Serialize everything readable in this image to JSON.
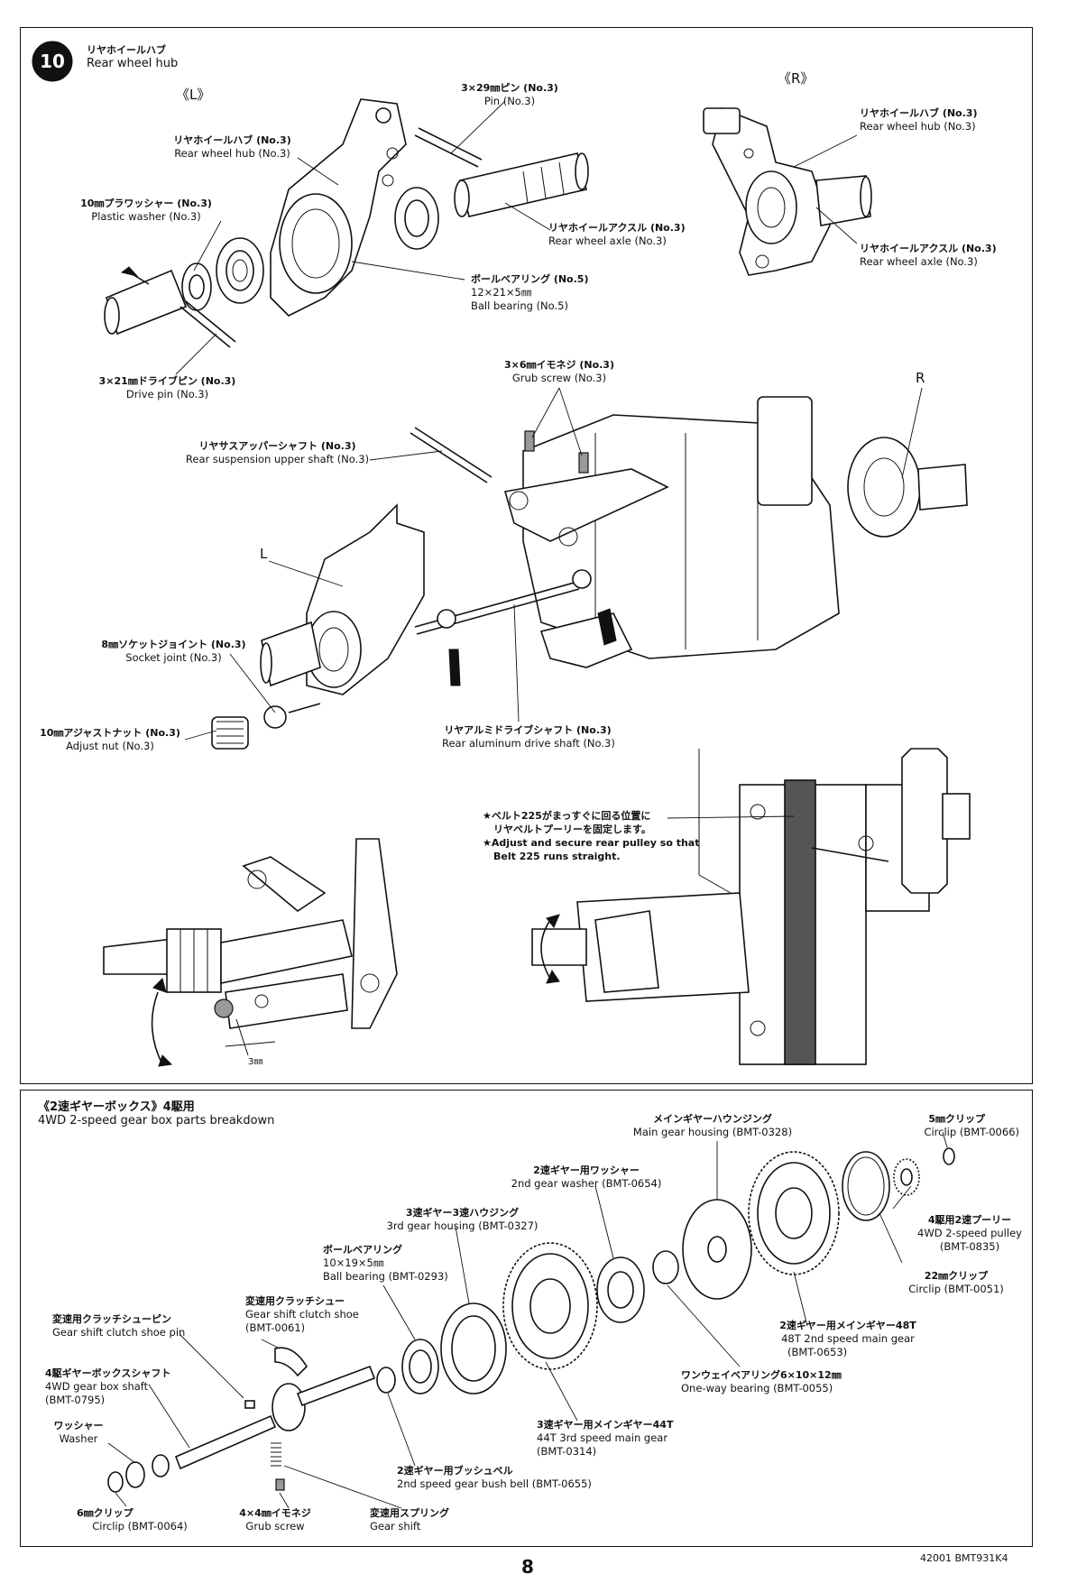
{
  "step": {
    "number": "10",
    "title_jp": "リヤホイールハブ",
    "title_en": "Rear wheel hub"
  },
  "views": {
    "left": "《L》",
    "right": "《R》",
    "r_marker": "R",
    "l_marker": "L"
  },
  "hub_labels": {
    "pin_jp": "3×29㎜ピン (No.3)",
    "pin_en": "Pin (No.3)",
    "hub_l_jp": "リヤホイールハブ (No.3)",
    "hub_l_en": "Rear wheel hub (No.3)",
    "washer_jp": "10㎜プラワッシャー (No.3)",
    "washer_en": "Plastic washer (No.3)",
    "axle_l_jp": "リヤホイールアクスル (No.3)",
    "axle_l_en": "Rear wheel axle (No.3)",
    "bearing_jp": "ボールベアリング (No.5)",
    "bearing_size": "12×21×5㎜",
    "bearing_en": "Ball bearing (No.5)",
    "drivepin_jp": "3×21㎜ドライブピン (No.3)",
    "drivepin_en": "Drive pin (No.3)",
    "hub_r_jp": "リヤホイールハブ (No.3)",
    "hub_r_en": "Rear wheel hub (No.3)",
    "axle_r_jp": "リヤホイールアクスル (No.3)",
    "axle_r_en": "Rear wheel axle (No.3)"
  },
  "assembly_labels": {
    "grub_jp": "3×6㎜イモネジ (No.3)",
    "grub_en": "Grub screw (No.3)",
    "upper_shaft_jp": "リヤサスアッパーシャフト (No.3)",
    "upper_shaft_en": "Rear suspension upper shaft (No.3)",
    "socket_jp": "8㎜ソケットジョイント (No.3)",
    "socket_en": "Socket joint (No.3)",
    "adjust_jp": "10㎜アジャストナット (No.3)",
    "adjust_en": "Adjust nut (No.3)",
    "driveshaft_jp": "リヤアルミドライブシャフト (No.3)",
    "driveshaft_en": "Rear aluminum drive shaft (No.3)",
    "note_jp_1": "★ベルト225がまっすぐに回る位置に",
    "note_jp_2": "リヤベルトプーリーを固定します。",
    "note_en_1": "★Adjust and secure rear pulley so that",
    "note_en_2": "Belt 225 runs straight.",
    "dim_3mm": "3㎜"
  },
  "gearbox": {
    "title_jp": "《2速ギヤーボックス》4駆用",
    "title_en": "4WD 2-speed gear box parts breakdown",
    "parts": [
      {
        "jp": "メインギヤーハウンジング",
        "en": "Main gear housing  (BMT-0328)"
      },
      {
        "jp": "5㎜クリップ",
        "en": "Circlip  (BMT-0066)"
      },
      {
        "jp": "2速ギヤー用ワッシャー",
        "en": "2nd gear washer  (BMT-0654)"
      },
      {
        "jp": "4駆用2速プーリー",
        "en": "4WD 2-speed pulley",
        "code": "(BMT-0835)"
      },
      {
        "jp": "3速ギヤー3速ハウジング",
        "en": "3rd gear housing  (BMT-0327)"
      },
      {
        "jp": "22㎜クリップ",
        "en": "Circlip  (BMT-0051)"
      },
      {
        "jp": "ボールベアリング",
        "size": "10×19×5㎜",
        "en": "Ball bearing  (BMT-0293)"
      },
      {
        "jp": "変速用クラッチシュー",
        "en": "Gear shift clutch shoe",
        "code": "(BMT-0061)"
      },
      {
        "jp": "変速用クラッチシューピン",
        "en": "Gear shift clutch shoe pin"
      },
      {
        "jp": "2速ギヤー用メインギヤー48T",
        "en": "48T 2nd speed main gear",
        "code": "(BMT-0653)"
      },
      {
        "jp": "4駆ギヤーボックスシャフト",
        "en": "4WD gear box shaft",
        "code": "(BMT-0795)"
      },
      {
        "jp": "ワンウェイベアリング6×10×12㎜",
        "en": "One-way bearing  (BMT-0055)"
      },
      {
        "jp": "ワッシャー",
        "en": "Washer"
      },
      {
        "jp": "3速ギヤー用メインギヤー44T",
        "en": "44T 3rd speed main gear",
        "code": "(BMT-0314)"
      },
      {
        "jp": "2速ギヤー用ブッシュベル",
        "en": "2nd speed gear bush bell  (BMT-0655)"
      },
      {
        "jp": "6㎜クリップ",
        "en": "Circlip  (BMT-0064)"
      },
      {
        "jp": "4×4㎜イモネジ",
        "en": "Grub screw"
      },
      {
        "jp": "変速用スプリング",
        "en": "Gear shift"
      }
    ]
  },
  "footer": {
    "page_number": "8",
    "code": "42001 BMT931K4"
  }
}
